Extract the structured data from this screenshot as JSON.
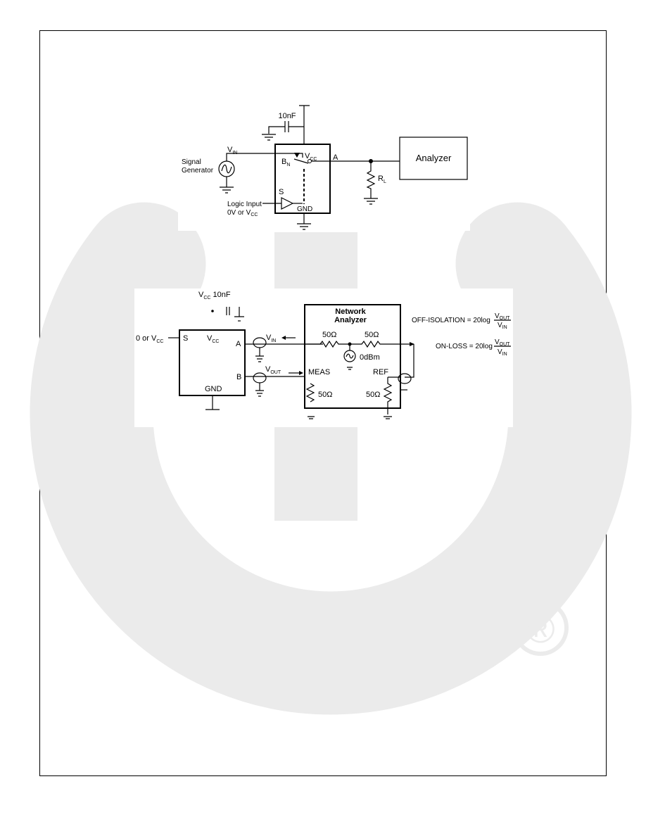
{
  "watermark": {
    "registered_mark": "®",
    "color": "#ebebeb"
  },
  "figure1": {
    "cap_label": "10nF",
    "vin_label": "V",
    "vin_sub": "IN",
    "signal_generator": [
      "Signal",
      "Generator"
    ],
    "bn_label": "B",
    "bn_sub": "N",
    "vcc_label": "V",
    "vcc_sub": "CC",
    "a_label": "A",
    "s_label": "S",
    "gnd_label": "GND",
    "logic_input": [
      "Logic Input",
      "0V or V"
    ],
    "logic_input_sub": "CC",
    "rl_label": "R",
    "rl_sub": "L",
    "analyzer_label": "Analyzer"
  },
  "figure2": {
    "vcc_label": "V",
    "vcc_sub": "CC",
    "cap_label": "10nF",
    "input_label": "0 or V",
    "input_sub": "CC",
    "s_label": "S",
    "chip_vcc": "V",
    "chip_vcc_sub": "CC",
    "a_label": "A",
    "b_label": "B",
    "gnd_label": "GND",
    "vin_label": "V",
    "vin_sub": "IN",
    "vout_label": "V",
    "vout_sub": "OUT",
    "network_analyzer": [
      "Network",
      "Analyzer"
    ],
    "r1": "50Ω",
    "r2": "50Ω",
    "r3": "50Ω",
    "r4": "50Ω",
    "source": "0dBm",
    "meas": "MEAS",
    "ref": "REF",
    "off_isolation": "OFF-ISOLATION = 20log",
    "on_loss": "ON-LOSS = 20log",
    "frac_num": "V",
    "frac_num_sub": "OUT",
    "frac_den": "V",
    "frac_den_sub": "IN"
  }
}
